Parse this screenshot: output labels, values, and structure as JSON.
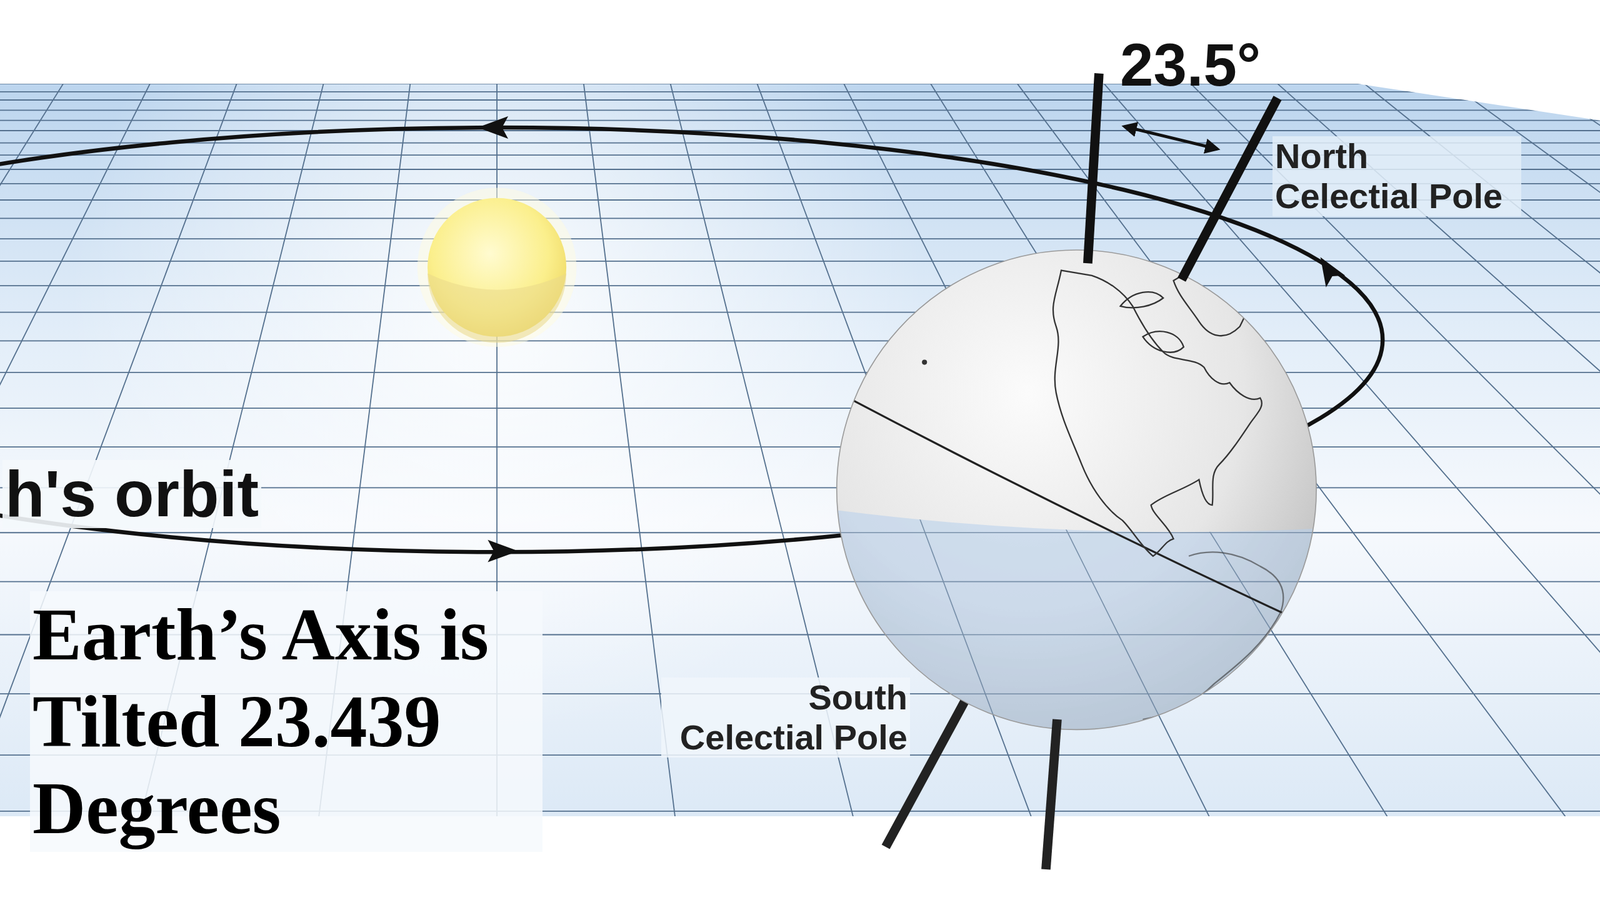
{
  "diagram": {
    "title": "Earth’s Axis is Tilted 23.439 Degrees",
    "labels": [
      "23.5°",
      "North Celectial Pole",
      "South Celectial Pole",
      "h's orbit"
    ]
  }
}
